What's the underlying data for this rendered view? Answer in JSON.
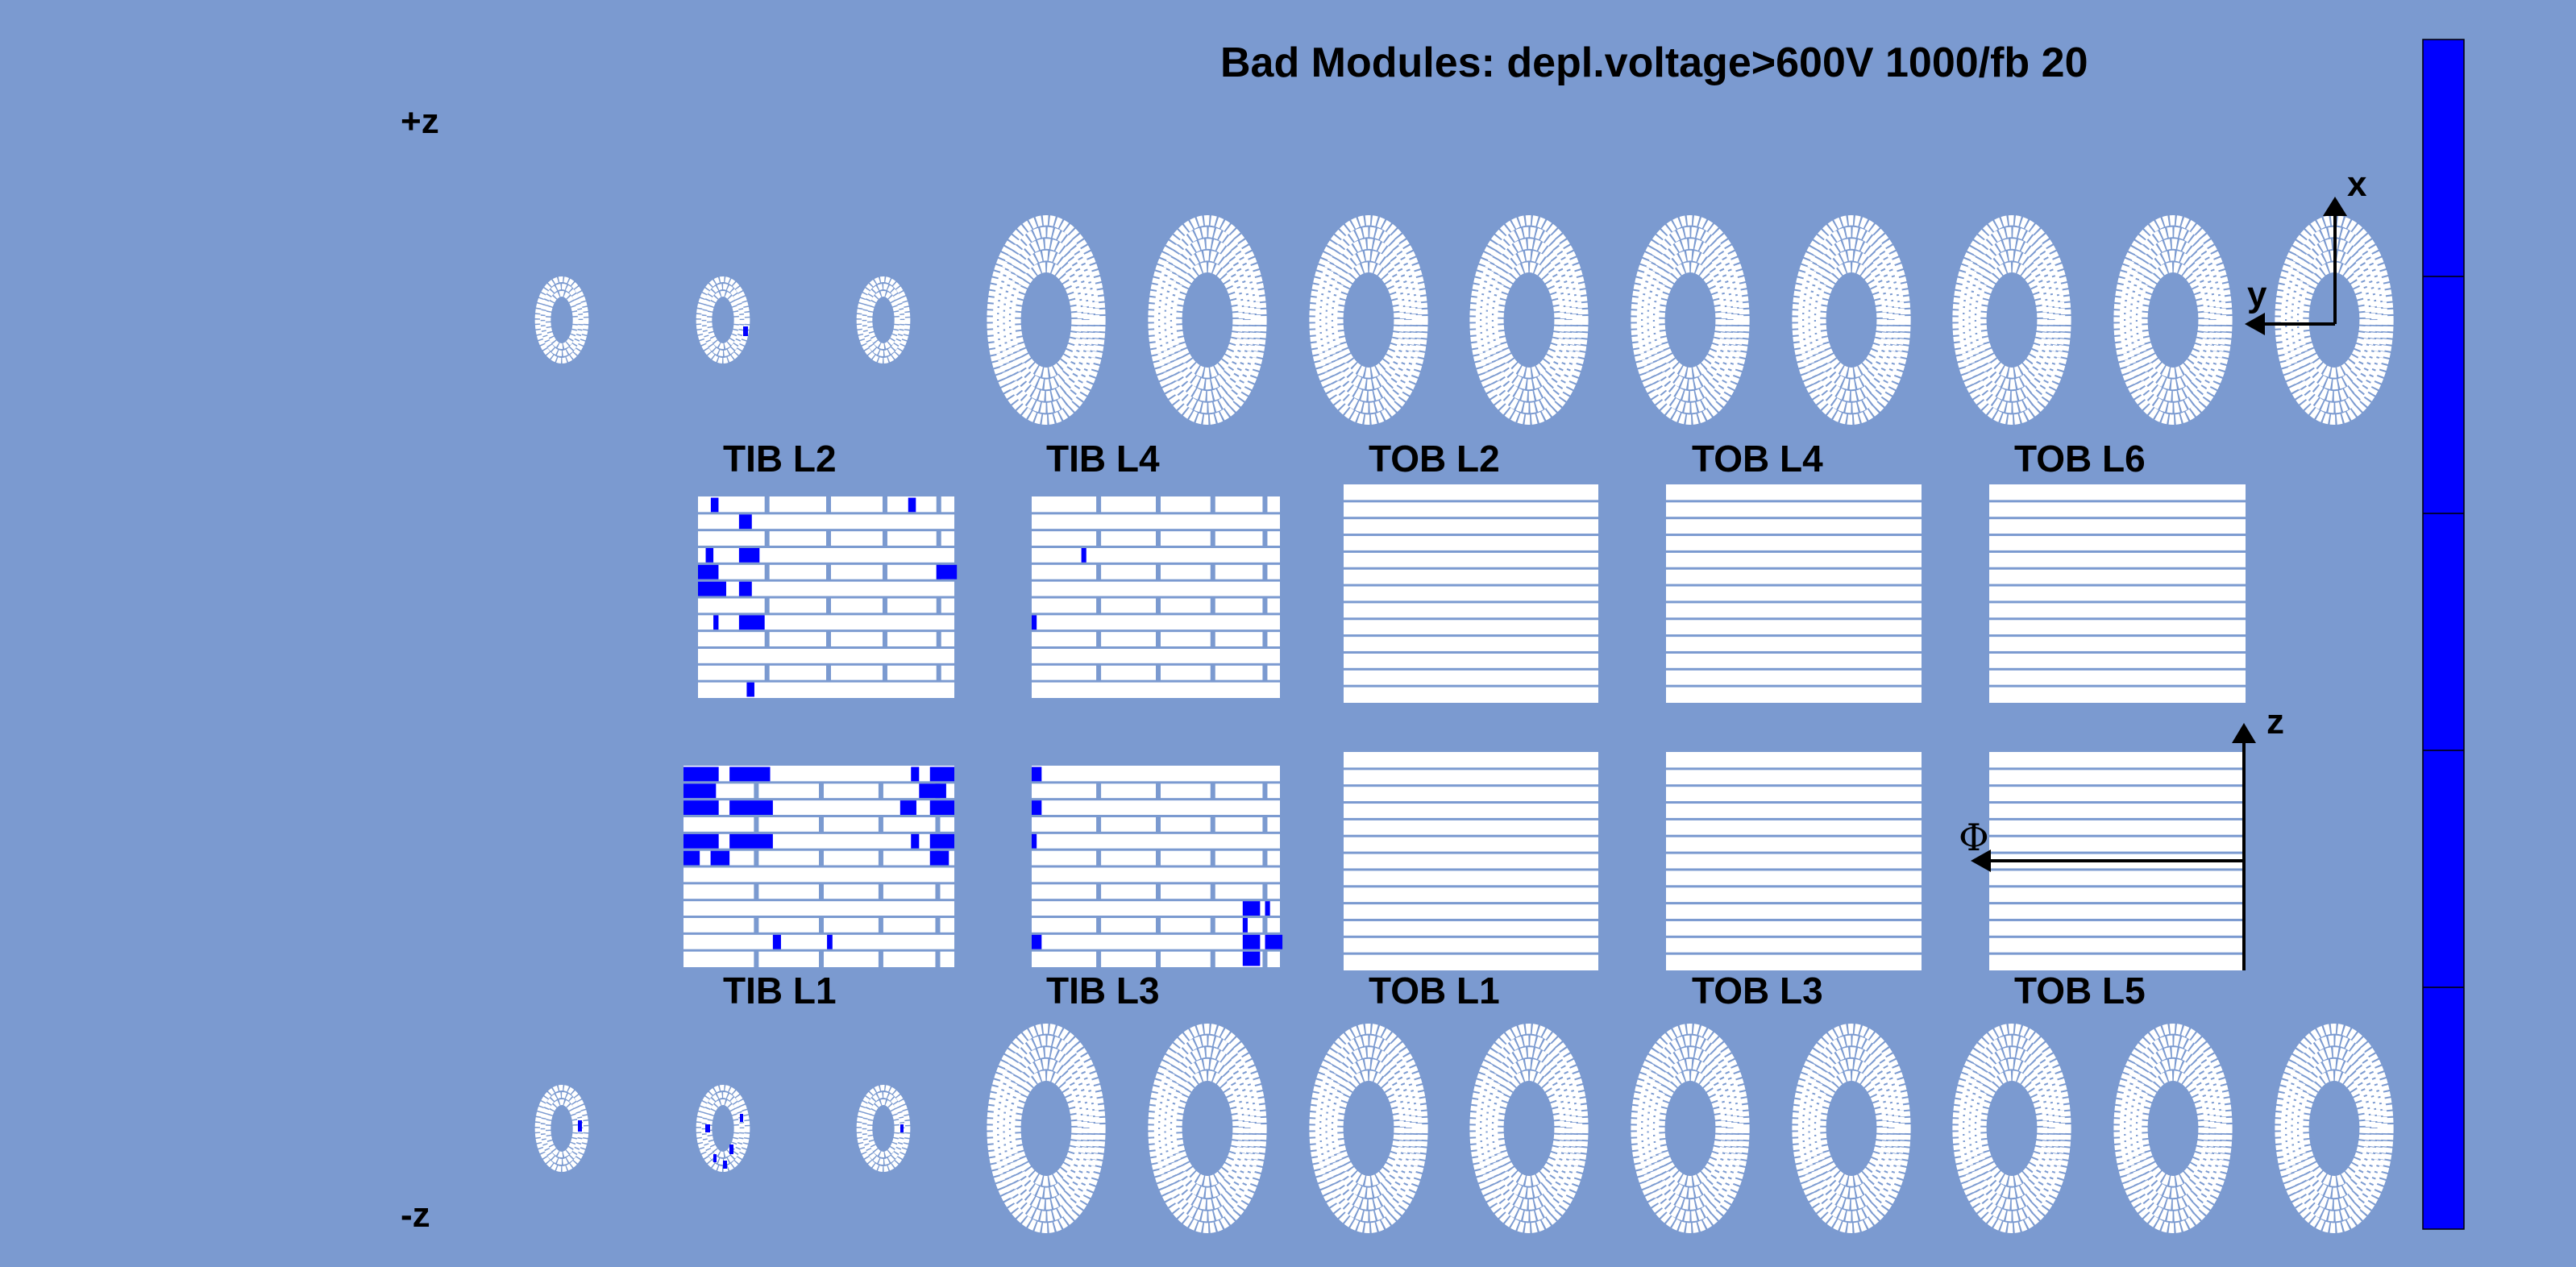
{
  "title": "Bad Modules: depl.voltage>600V 1000/fb 20",
  "side_labels": {
    "plus_z": "+z",
    "minus_z": "-z"
  },
  "axes": {
    "x": "x",
    "y": "y",
    "z": "z",
    "phi": "Φ"
  },
  "barrel_labels": {
    "tib_l2": "TIB L2",
    "tib_l4": "TIB L4",
    "tob_l2": "TOB L2",
    "tob_l4": "TOB L4",
    "tob_l6": "TOB L6",
    "tib_l1": "TIB L1",
    "tib_l3": "TIB L3",
    "tob_l1": "TOB L1",
    "tob_l3": "TOB L3",
    "tob_l5": "TOB L5"
  },
  "colors": {
    "background": "#7b9ad0",
    "module": "#ffffff",
    "bad": "#0000ff",
    "palette": "#0000ff"
  }
}
